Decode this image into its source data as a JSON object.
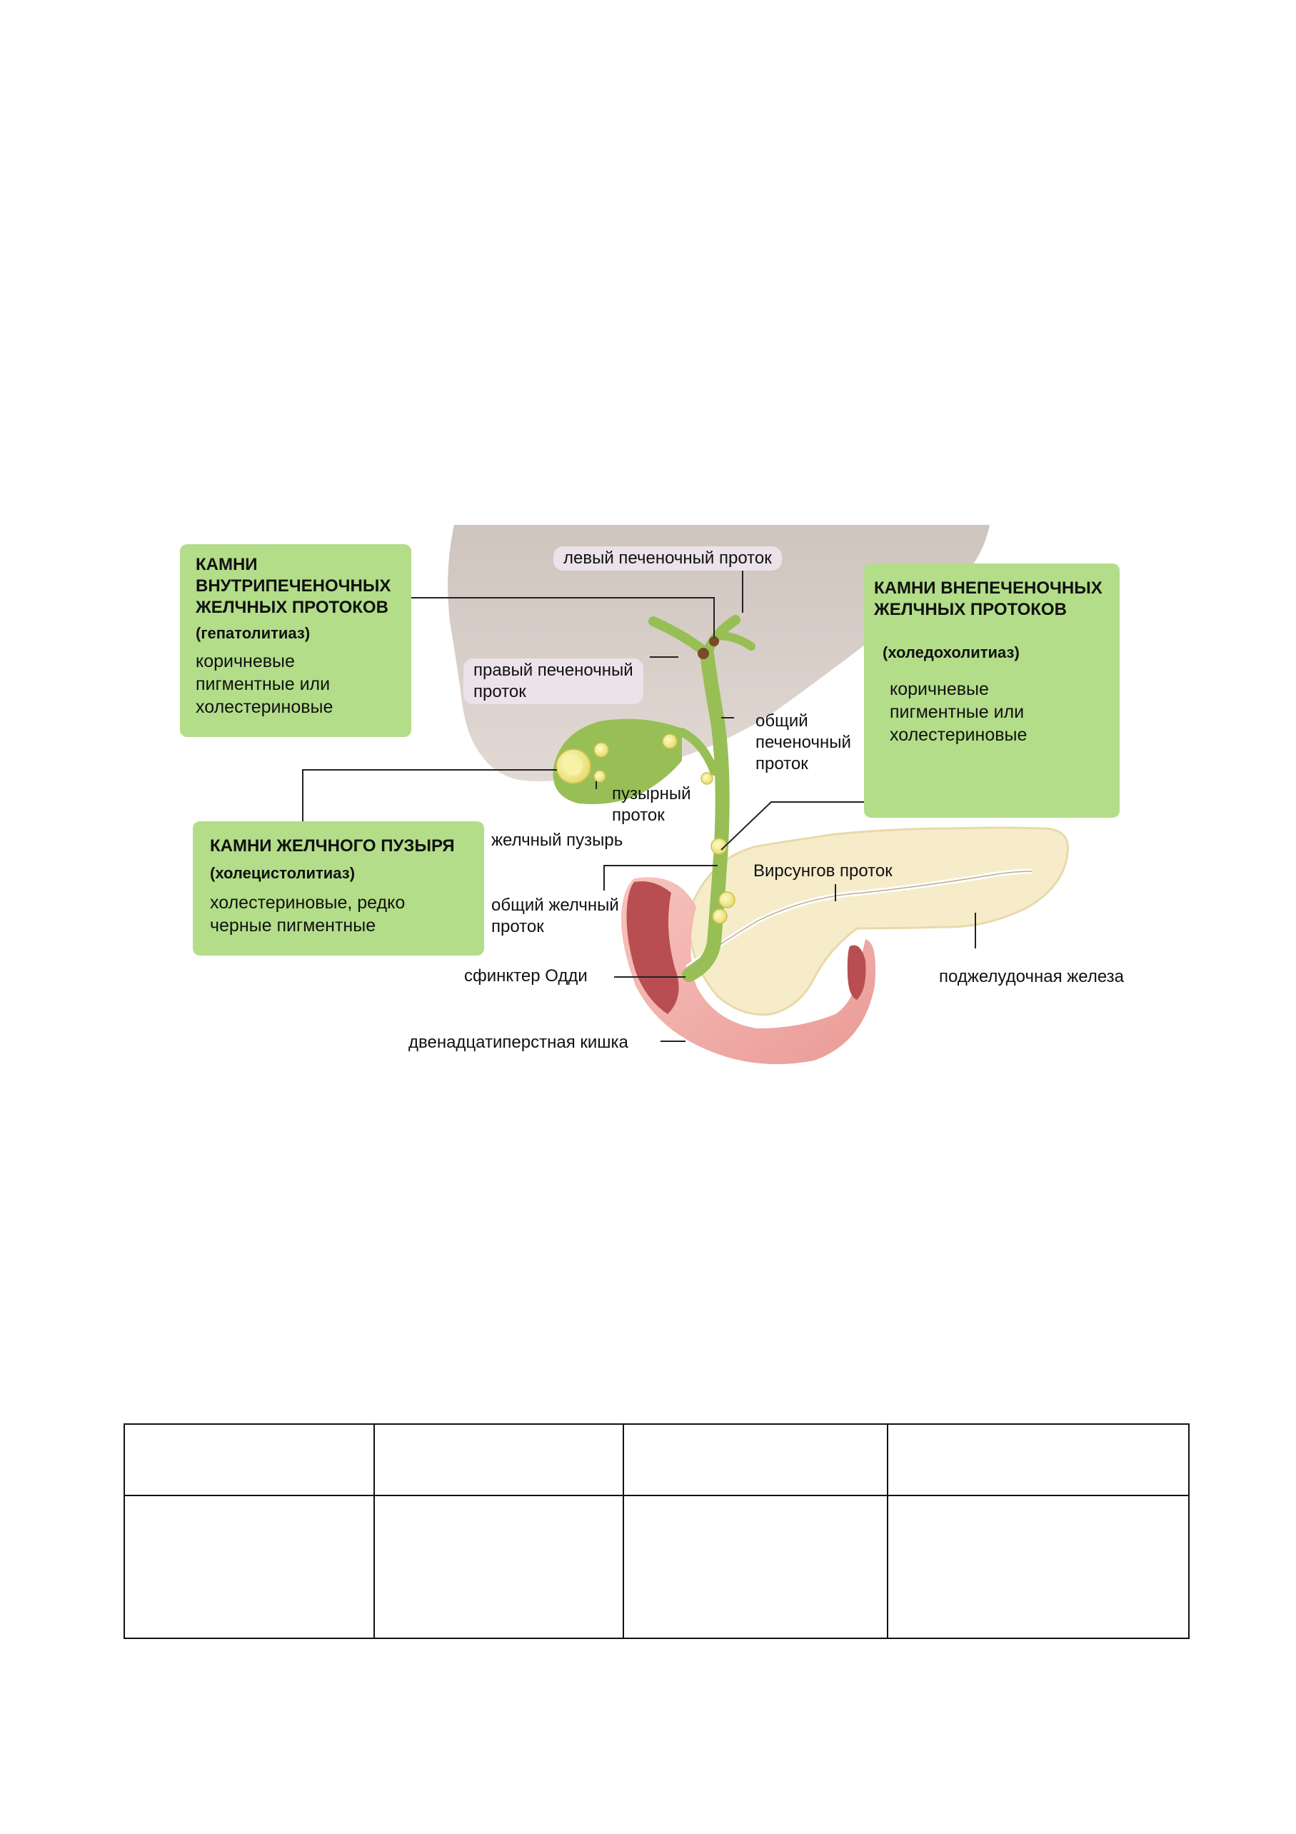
{
  "diagram": {
    "labels": {
      "left_hepatic_duct": "левый печеночный проток",
      "right_hepatic_duct": "правый печеночный\nпроток",
      "common_hepatic_duct": "общий\nпеченочный\nпроток",
      "cystic_duct": "пузырный\nпроток",
      "gallbladder": "желчный пузырь",
      "wirsung_duct": "Вирсунгов проток",
      "common_bile_duct": "общий желчный\nпроток",
      "sphincter_oddi": "сфинктер Одди",
      "pancreas": "поджелудочная железа",
      "duodenum": "двенадцатиперстная кишка"
    },
    "boxes": {
      "intrahepatic": {
        "title": "КАМНИ\nВНУТРИПЕЧЕНОЧНЫХ\nЖЕЛЧНЫХ ПРОТОКОВ",
        "subtitle": "(гепатолитиаз)",
        "description": "коричневые\nпигментные или\nхолестериновые"
      },
      "extrahepatic": {
        "title": "КАМНИ ВНЕПЕЧЕНОЧНЫХ\nЖЕЛЧНЫХ ПРОТОКОВ",
        "subtitle": "(холедохолитиаз)",
        "description": "коричневые\nпигментные или\nхолестериновые"
      },
      "gallbladder": {
        "title": "КАМНИ ЖЕЛЧНОГО ПУЗЫРЯ",
        "subtitle": "(холецистолитиаз)",
        "description": "холестериновые, редко\nчерные пигментные"
      }
    }
  },
  "colors": {
    "liver": "#dcd2cd",
    "bile_duct": "#97bf55",
    "box_fill": "#b3dd89",
    "label_pink": "#ece2ea",
    "cholesterol_stone": "#f3ee94",
    "pigment_stone": "#7a4a2a",
    "duodenum": "#f2b0ab",
    "duodenum_inner": "#b84e52",
    "pancreas": "#f6ecc9"
  },
  "table": {
    "rows": [
      [
        "",
        "",
        "",
        ""
      ],
      [
        "",
        "",
        "",
        ""
      ]
    ]
  }
}
